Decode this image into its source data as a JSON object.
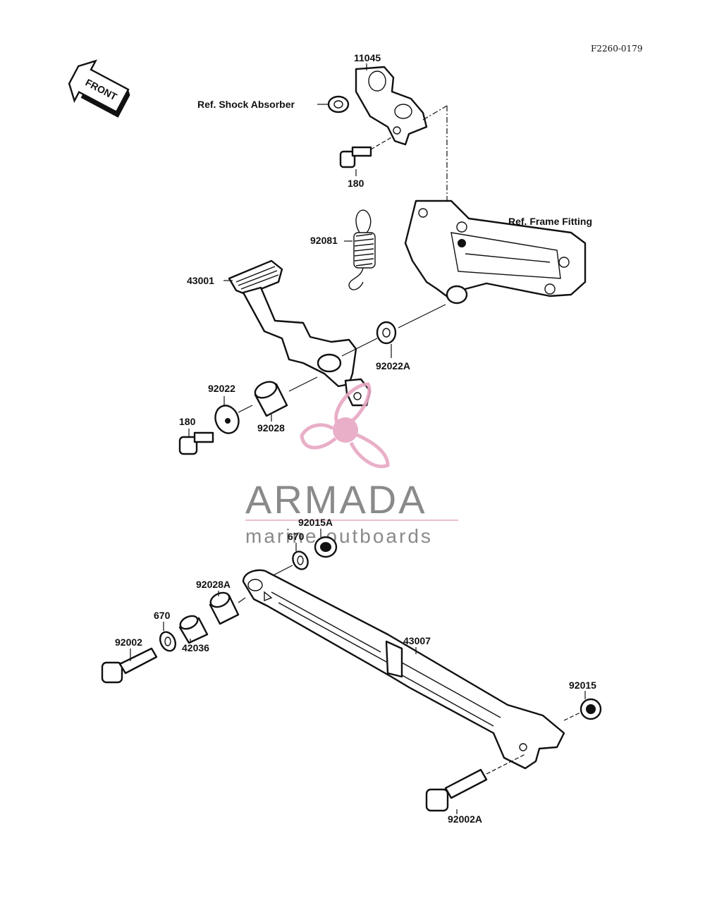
{
  "diagram_code": "F2260-0179",
  "front_arrow": "FRONT",
  "references": {
    "shock_absorber": "Ref. Shock Absorber",
    "frame_fitting": "Ref. Frame Fitting"
  },
  "parts": {
    "p11045": "11045",
    "p180_top": "180",
    "p92081": "92081",
    "p43001": "43001",
    "p92022A": "92022A",
    "p92022": "92022",
    "p180_left": "180",
    "p92028": "92028",
    "p92015A": "92015A",
    "p670_top": "670",
    "p92028A": "92028A",
    "p670_left": "670",
    "p92002": "92002",
    "p42036": "42036",
    "p43007": "43007",
    "p92015": "92015",
    "p92002A": "92002A"
  },
  "watermark": {
    "brand": "ARMADA",
    "tagline": "marine outboards",
    "logo_color": "#e7a7c3",
    "text_color": "#8a8a8a"
  },
  "colors": {
    "line": "#111111",
    "background": "#ffffff"
  }
}
